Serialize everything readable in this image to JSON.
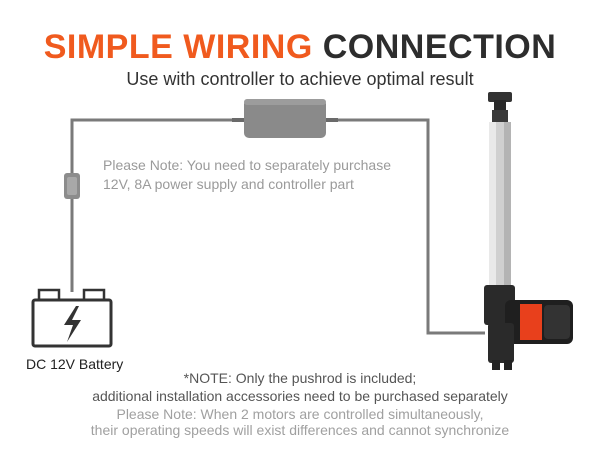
{
  "header": {
    "title_accent": "SIMPLE WIRING",
    "title_rest": " CONNECTION",
    "subtitle": "Use with controller to achieve optimal result"
  },
  "note": {
    "line1": "Please Note: You need to separately purchase",
    "line2": "12V, 8A power supply and controller part"
  },
  "battery": {
    "label": "DC 12V Battery"
  },
  "footer": {
    "line1": "*NOTE: Only the pushrod is included;",
    "line2": "additional installation accessories need to be purchased separately",
    "line3": "Please Note: When 2 motors are controlled simultaneously,",
    "line4": "their operating speeds will exist differences and cannot synchronize"
  },
  "colors": {
    "accent": "#f05a1e",
    "wire": "#7a7a7a",
    "controller": "#8a8a8a",
    "actuator_label": "#e8401c"
  },
  "icons": [
    "battery-icon",
    "lightning-icon",
    "controller-box",
    "fuse-icon",
    "linear-actuator"
  ]
}
